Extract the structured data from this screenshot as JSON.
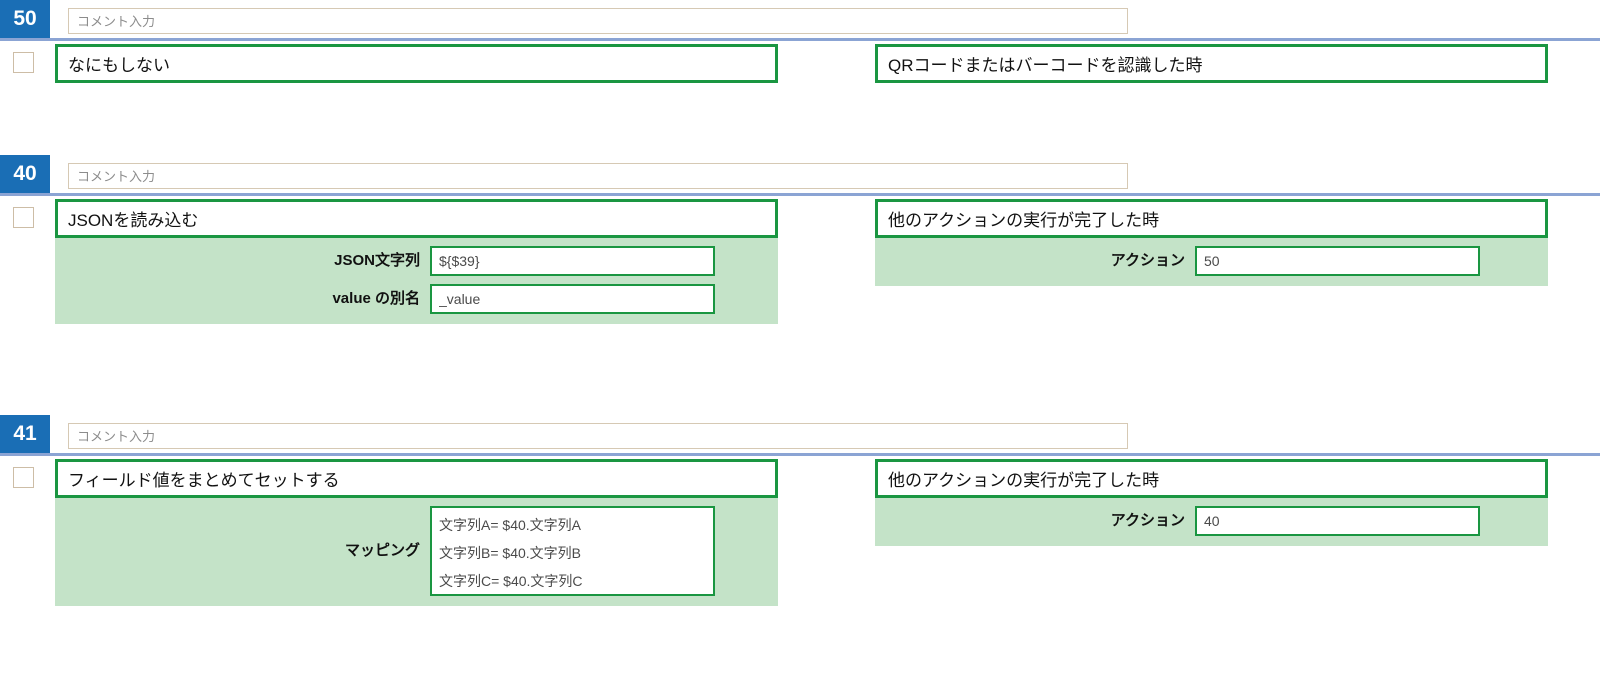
{
  "theme": {
    "badge_bg": "#1a6eb5",
    "badge_fg": "#ffffff",
    "rule_color": "#8ba4d4",
    "box_border": "#1a9641",
    "panel_bg": "#c4e3c8",
    "checkbox_border": "#cdbda6",
    "comment_border": "#d6c9b4"
  },
  "comment": {
    "placeholder": "コメント入力",
    "value": ""
  },
  "groups": [
    {
      "number": "50",
      "checked": false,
      "action": {
        "title": "なにもしない",
        "params": []
      },
      "trigger": {
        "title": "QRコードまたはバーコードを認識した時",
        "params": []
      }
    },
    {
      "number": "40",
      "checked": false,
      "action": {
        "title": "JSONを読み込む",
        "params": [
          {
            "label": "JSON文字列",
            "value": "${$39}",
            "multiline": false
          },
          {
            "label": "value の別名",
            "value": "_value",
            "multiline": false
          }
        ]
      },
      "trigger": {
        "title": "他のアクションの実行が完了した時",
        "params": [
          {
            "label": "アクション",
            "value": "50",
            "multiline": false
          }
        ]
      }
    },
    {
      "number": "41",
      "checked": false,
      "action": {
        "title": "フィールド値をまとめてセットする",
        "params": [
          {
            "label": "マッピング",
            "value": "文字列A= $40.文字列A\n文字列B= $40.文字列B\n文字列C= $40.文字列C",
            "multiline": true
          }
        ]
      },
      "trigger": {
        "title": "他のアクションの実行が完了した時",
        "params": [
          {
            "label": "アクション",
            "value": "40",
            "multiline": false
          }
        ]
      }
    }
  ]
}
